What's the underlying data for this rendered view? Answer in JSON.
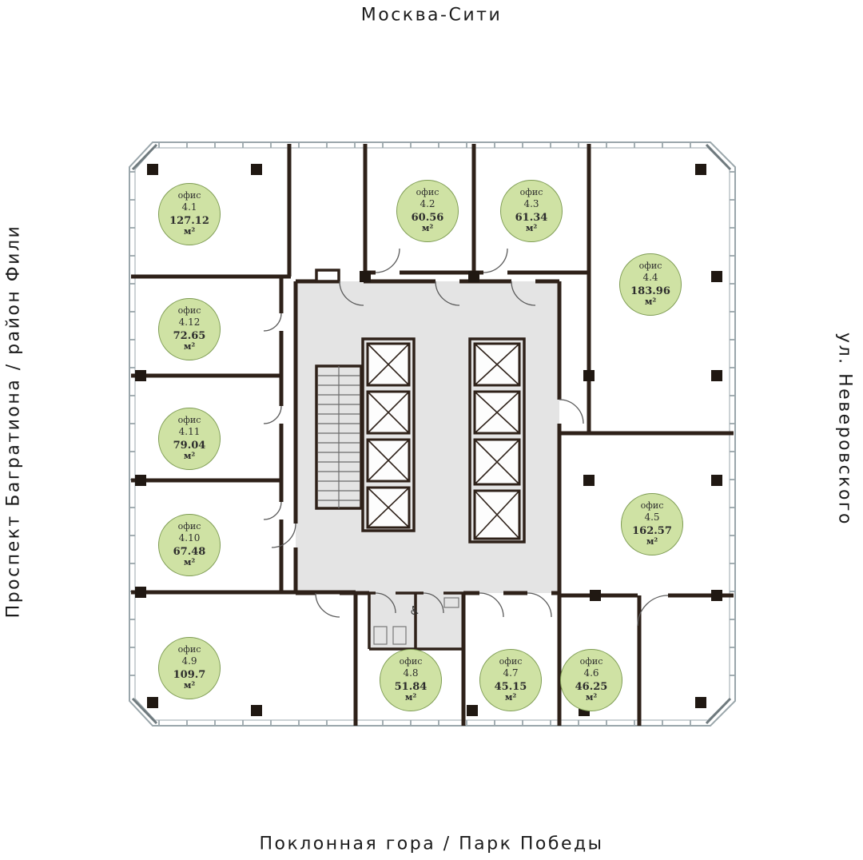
{
  "labels": {
    "top": "Москва-Сити",
    "left": "Проспект Багратиона / район Фили",
    "right": "ул. Неверовского",
    "bottom": "Поклонная гора / Парк Победы"
  },
  "plan": {
    "wheelchair_symbol": "♿"
  },
  "offices": [
    {
      "label": "офис",
      "id": "4.1",
      "area": "127.12",
      "unit": "м²"
    },
    {
      "label": "офис",
      "id": "4.2",
      "area": "60.56",
      "unit": "м²"
    },
    {
      "label": "офис",
      "id": "4.3",
      "area": "61.34",
      "unit": "м²"
    },
    {
      "label": "офис",
      "id": "4.4",
      "area": "183.96",
      "unit": "м²"
    },
    {
      "label": "офис",
      "id": "4.5",
      "area": "162.57",
      "unit": "м²"
    },
    {
      "label": "офис",
      "id": "4.6",
      "area": "46.25",
      "unit": "м²"
    },
    {
      "label": "офис",
      "id": "4.7",
      "area": "45.15",
      "unit": "м²"
    },
    {
      "label": "офис",
      "id": "4.8",
      "area": "51.84",
      "unit": "м²"
    },
    {
      "label": "офис",
      "id": "4.9",
      "area": "109.7",
      "unit": "м²"
    },
    {
      "label": "офис",
      "id": "4.10",
      "area": "67.48",
      "unit": "м²"
    },
    {
      "label": "офис",
      "id": "4.11",
      "area": "79.04",
      "unit": "м²"
    },
    {
      "label": "офис",
      "id": "4.12",
      "area": "72.65",
      "unit": "м²"
    }
  ],
  "colors": {
    "wall": "#2e2119",
    "outline": "#9aa6ab",
    "core-fill": "#e4e4e4",
    "badge-fill": "#cfe2a4",
    "badge-border": "#7e9c53",
    "column": "#201812",
    "text": "#1b1b1b"
  }
}
